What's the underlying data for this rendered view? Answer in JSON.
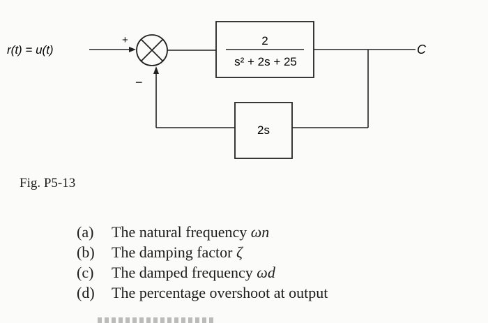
{
  "diagram": {
    "input_label": "r(t) = u(t)",
    "output_label": "C",
    "plus_sign": "+",
    "minus_sign": "−",
    "forward_block": {
      "numerator": "2",
      "denominator": "s² + 2s + 25"
    },
    "feedback_block": {
      "label": "2s"
    }
  },
  "caption": "Fig. P5-13",
  "questions": [
    {
      "label": "(a)",
      "text": "The natural frequency ",
      "symbol": "ωn"
    },
    {
      "label": "(b)",
      "text": "The damping factor ",
      "symbol": "ζ"
    },
    {
      "label": "(c)",
      "text": "The damped frequency ",
      "symbol": "ωd"
    },
    {
      "label": "(d)",
      "text": "The percentage overshoot at output",
      "symbol": ""
    }
  ]
}
